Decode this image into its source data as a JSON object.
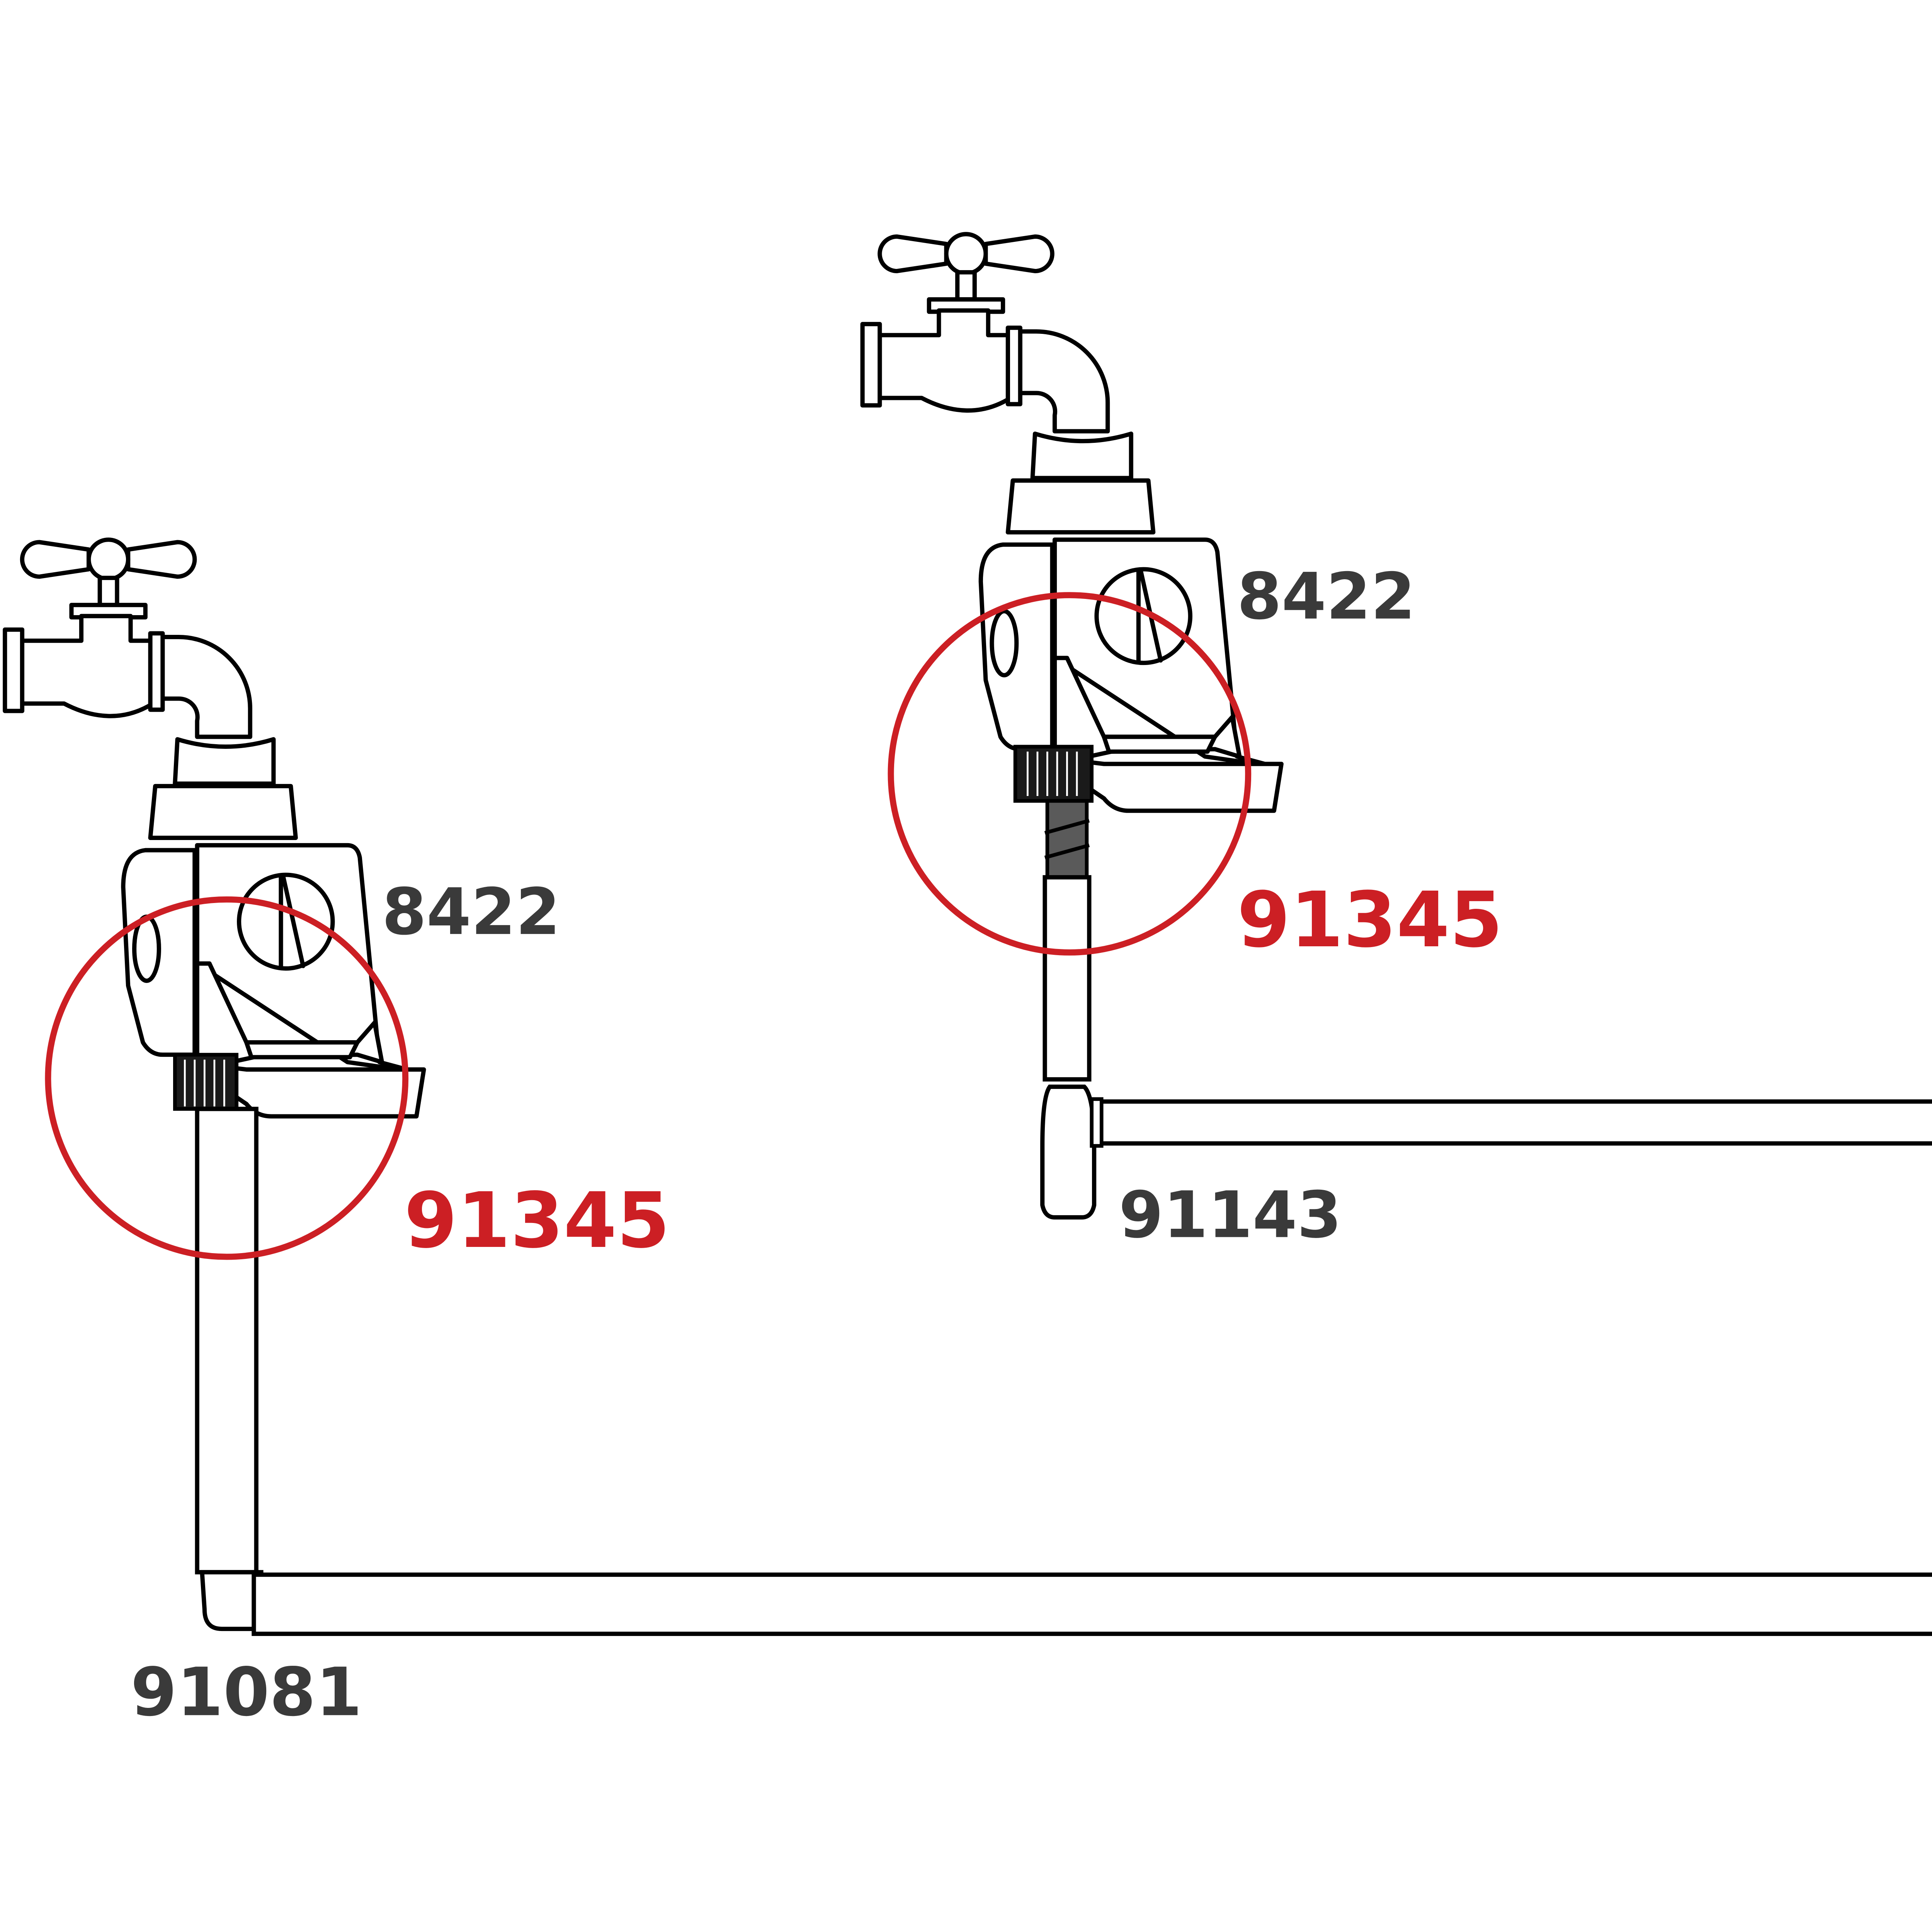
{
  "colors": {
    "line": "#000000",
    "dark_fill": "#1a1a1a",
    "hose_fill": "#5a5a5a",
    "highlight": "#cc1f24",
    "label": "#3a3a3a"
  },
  "left_assembly": {
    "controller_code": "8422",
    "connector_code": "91345",
    "pipe_code": "91081"
  },
  "right_assembly": {
    "controller_code": "8422",
    "connector_code": "91345",
    "pipe_code": "91143"
  }
}
